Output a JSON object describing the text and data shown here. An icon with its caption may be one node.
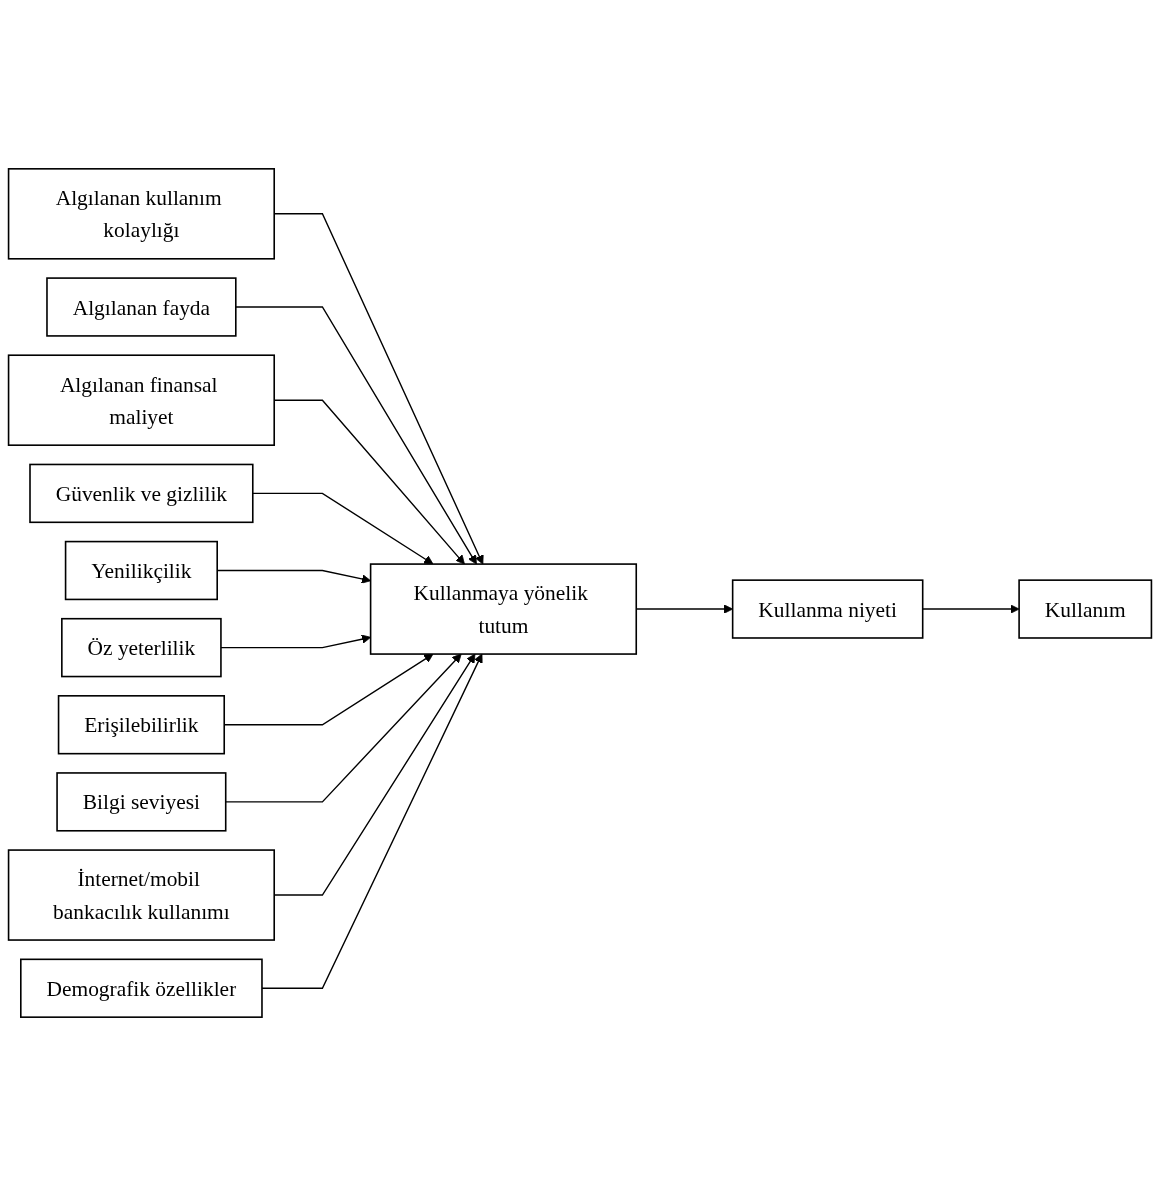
{
  "diagram": {
    "nodes": [
      {
        "text": [
          "Algılanan kullanım kolaylığı"
        ]
      },
      {
        "text": [
          "Algılanan fayda"
        ]
      },
      {
        "text": [
          "Algılanan finansal maliyet"
        ]
      },
      {
        "text": [
          "Güvenlik ve gizlilik"
        ]
      },
      {
        "text": [
          "Yenilikçilik"
        ]
      },
      {
        "text": [
          "Öz yeterlilik"
        ]
      },
      {
        "text": [
          "Erişilebilirlik"
        ]
      },
      {
        "text": [
          "Bilgi seviyesi"
        ]
      },
      {
        "text": [
          "İnternet/mobil bankacılık kullanımı"
        ]
      },
      {
        "text": [
          "Demografik özellikler"
        ]
      },
      {
        "text": [
          "Kullanmaya yönelik tutum"
        ]
      },
      {
        "text": [
          "Kullanma niyeti"
        ]
      },
      {
        "text": [
          "Kullanım"
        ]
      }
    ],
    "edges": [
      {
        "from": 0,
        "to": 10,
        "arrow": "to"
      },
      {
        "from": 1,
        "to": 10,
        "arrow": "to"
      },
      {
        "from": 2,
        "to": 10,
        "arrow": "to"
      },
      {
        "from": 3,
        "to": 10,
        "arrow": "to"
      },
      {
        "from": 4,
        "to": 10,
        "arrow": "to"
      },
      {
        "from": 5,
        "to": 10,
        "arrow": "to"
      },
      {
        "from": 6,
        "to": 10,
        "arrow": "to"
      },
      {
        "from": 7,
        "to": 10,
        "arrow": "to"
      },
      {
        "from": 8,
        "to": 10,
        "arrow": "to"
      },
      {
        "from": 9,
        "to": 10,
        "arrow": "to"
      },
      {
        "from": 10,
        "to": 11,
        "arrow": "to"
      },
      {
        "from": 11,
        "to": 12,
        "arrow": "to"
      }
    ]
  }
}
